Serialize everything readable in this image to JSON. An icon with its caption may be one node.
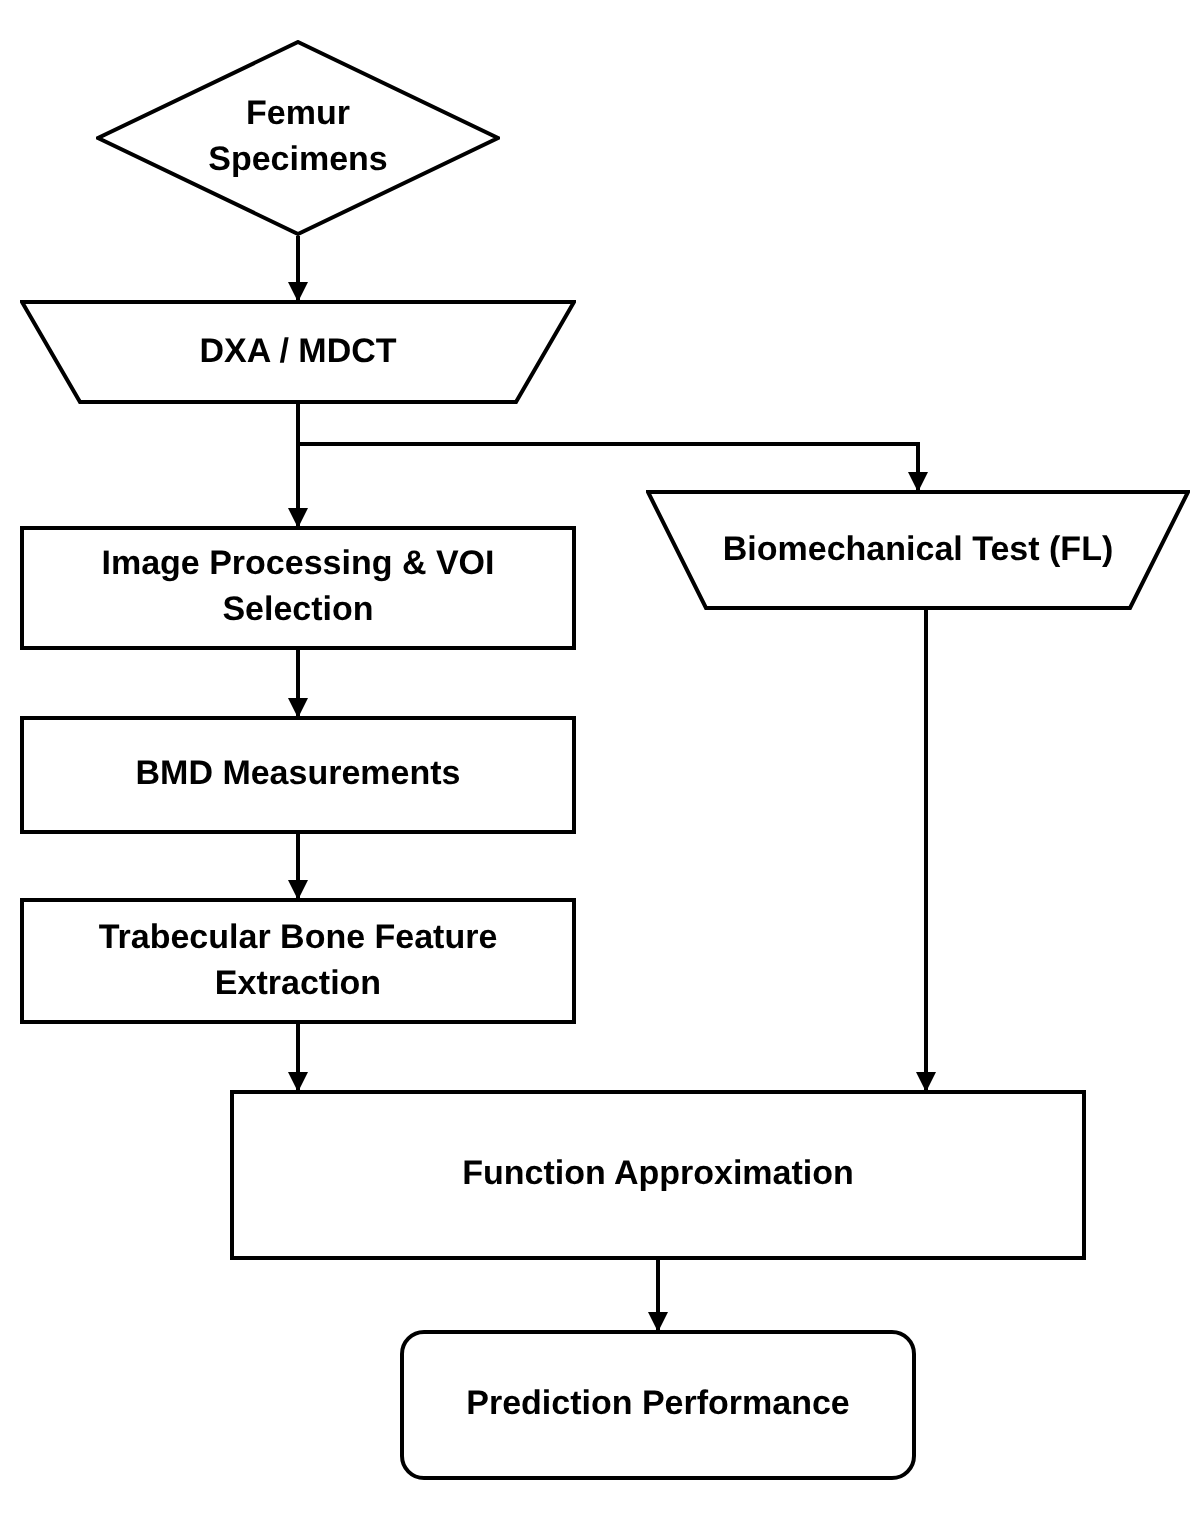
{
  "diagram": {
    "nodes": [
      {
        "text": [
          "Femur Specimens"
        ]
      },
      {
        "text": [
          "DXA / MDCT"
        ]
      },
      {
        "text": [
          "Image Processing & VOI Selection"
        ]
      },
      {
        "text": [
          "BMD Measurements"
        ]
      },
      {
        "text": [
          "Trabecular Bone Feature Extraction"
        ]
      },
      {
        "text": [
          "Biomechanical Test (FL)"
        ]
      },
      {
        "text": [
          "Function Approximation"
        ]
      },
      {
        "text": [
          "Prediction Performance"
        ]
      }
    ],
    "edges": [
      {
        "from": 0,
        "to": 1,
        "arrow": "to"
      },
      {
        "from": 1,
        "to": 2,
        "arrow": "to"
      },
      {
        "from": 1,
        "to": 5,
        "arrow": "to"
      },
      {
        "from": 2,
        "to": 3,
        "arrow": "to"
      },
      {
        "from": 3,
        "to": 4,
        "arrow": "to"
      },
      {
        "from": 4,
        "to": 6,
        "arrow": "to"
      },
      {
        "from": 5,
        "to": 6,
        "arrow": "to"
      },
      {
        "from": 6,
        "to": 7,
        "arrow": "to"
      }
    ]
  }
}
